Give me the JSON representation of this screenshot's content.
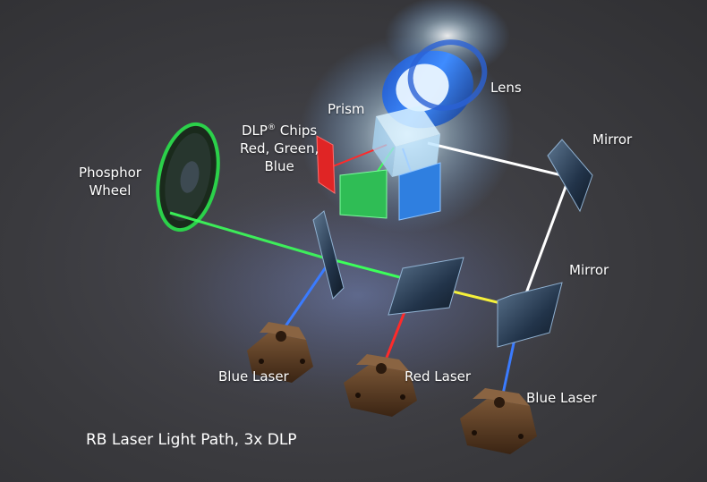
{
  "labels": {
    "lens": "Lens",
    "prism": "Prism",
    "dlp_line1": "DLP",
    "dlp_reg": "®",
    "dlp_line1_rest": " Chips",
    "dlp_line2": "Red, Green,",
    "dlp_line3": "Blue",
    "phosphor_line1": "Phosphor",
    "phosphor_line2": "Wheel",
    "mirror_top": "Mirror",
    "mirror_bottom": "Mirror",
    "blue_laser_left": "Blue Laser",
    "red_laser": "Red Laser",
    "blue_laser_right": "Blue Laser"
  },
  "caption": "RB Laser Light Path, 3x DLP",
  "colors": {
    "background": "#3b3b3e",
    "beam_blue": "#3a7bff",
    "beam_red": "#ff2a2a",
    "beam_green": "#3cff5a",
    "beam_yellow": "#f5f03a",
    "beam_white": "#ffffff",
    "laser_body": "#5a3b24"
  }
}
